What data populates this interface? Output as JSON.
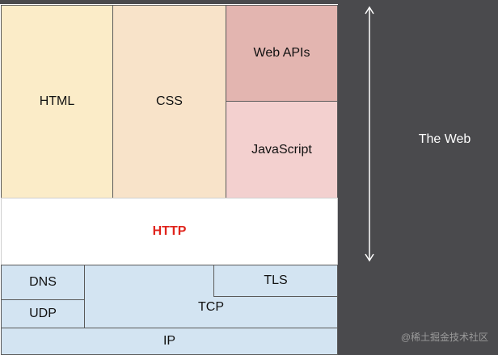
{
  "layers": {
    "html": "HTML",
    "css": "CSS",
    "web_apis": "Web APIs",
    "javascript": "JavaScript",
    "http": "HTTP",
    "dns": "DNS",
    "udp": "UDP",
    "tls": "TLS",
    "tcp": "TCP",
    "ip": "IP"
  },
  "side": {
    "label": "The Web"
  },
  "watermark": "@稀土掘金技术社区",
  "colors": {
    "html_fill": "#fbecc8",
    "css_fill": "#f8e3c9",
    "web_apis_fill": "#e3b5b0",
    "javascript_fill": "#f3d0cf",
    "http_text": "#e0241c",
    "network_fill": "#d3e4f2",
    "side_panel": "#4a4a4d"
  }
}
